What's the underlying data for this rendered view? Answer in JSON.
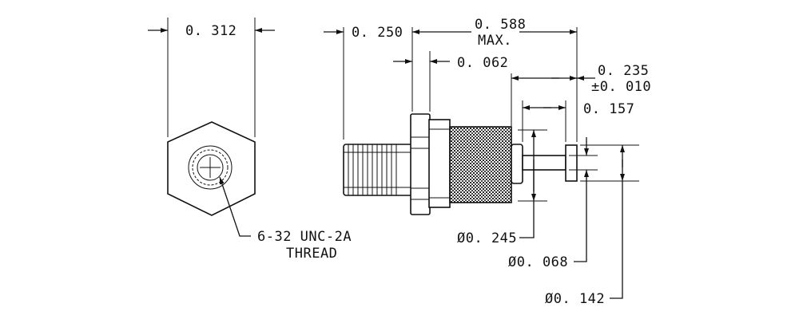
{
  "drawing": {
    "dim_width_across_flats": "0. 312",
    "dim_thread_length": "0. 250",
    "dim_overall_length": "0. 588",
    "dim_overall_length_note": "MAX.",
    "dim_flange_thickness": "0. 062",
    "dim_terminal_length": "0. 235",
    "dim_terminal_tolerance": "±0. 010",
    "dim_pin_length": "0. 157",
    "dim_dia_body": "Ø0. 245",
    "dim_dia_pin": "Ø0. 068",
    "dim_dia_head": "Ø0. 142",
    "thread_callout_line1": "6-32 UNC-2A",
    "thread_callout_line2": "THREAD"
  }
}
